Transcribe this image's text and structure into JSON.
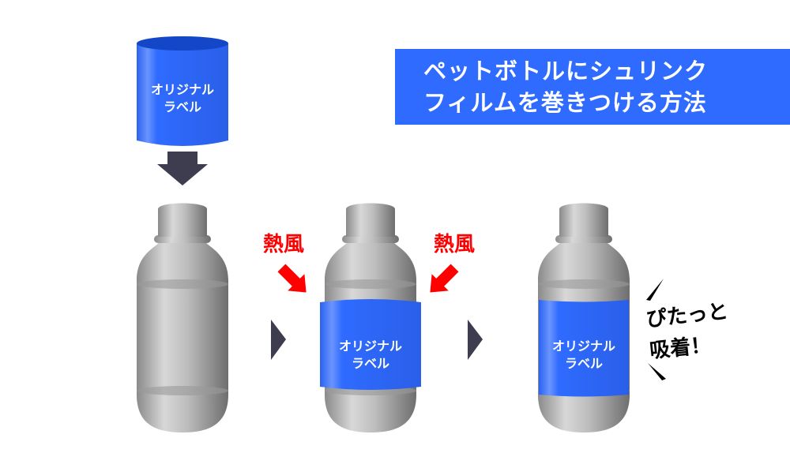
{
  "title": {
    "line1": "ペットボトルにシュリンク",
    "line2": "フィルムを巻きつける方法"
  },
  "label_text": {
    "line1": "オリジナル",
    "line2": "ラベル"
  },
  "hot_air": "熱風",
  "result": {
    "line1": "ぴたっと",
    "line2": "吸着！"
  },
  "colors": {
    "label_blue": "#2f6bff",
    "title_bg": "#2f6bff",
    "arrow_dark": "#3d3d4f",
    "hot_red": "#ff0000"
  }
}
